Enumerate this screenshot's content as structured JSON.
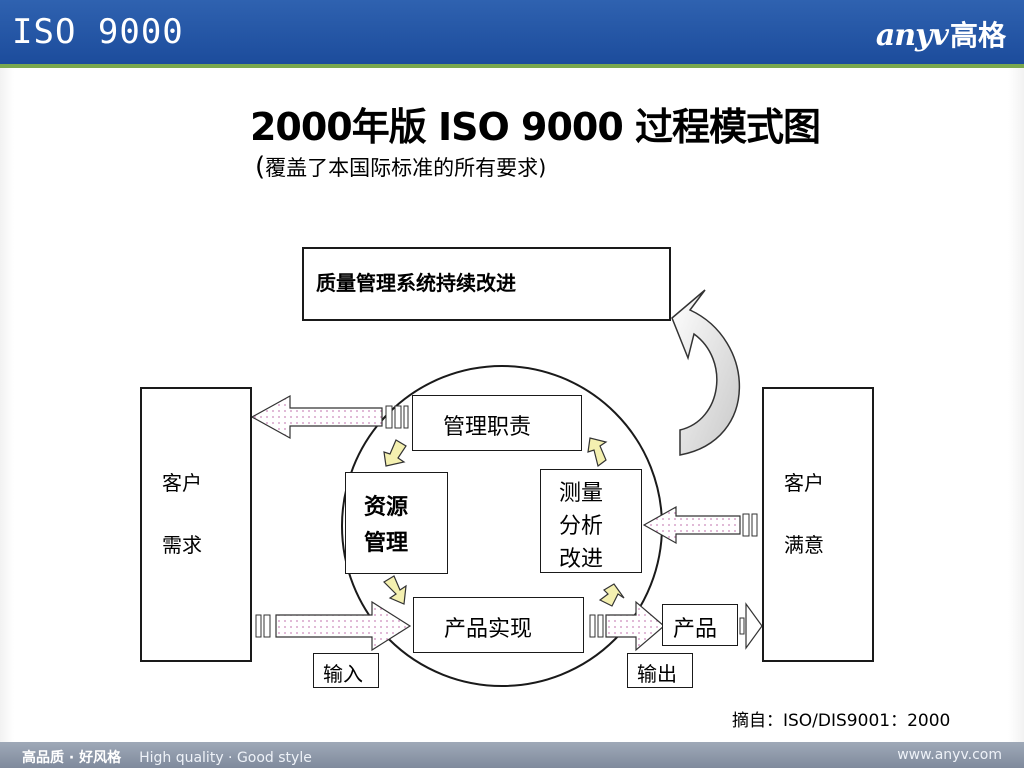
{
  "header": {
    "title": "ISO 9000",
    "logo_mark": "anyv",
    "logo_cn": "高格"
  },
  "slide": {
    "title": "2000年版 ISO 9000 过程模式图",
    "subtitle_open": "(",
    "subtitle": "覆盖了本国际标准的所有要求)"
  },
  "diagram": {
    "improve_box": "质量管理系统持续改进",
    "customer_req_1": "客户",
    "customer_req_2": "需求",
    "customer_sat_1": "客户",
    "customer_sat_2": "满意",
    "mgmt_resp": "管理职责",
    "resource_1": "资源",
    "resource_2": "管理",
    "measure_1": "测量",
    "measure_2": "分析",
    "measure_3": "改进",
    "product_real": "产品实现",
    "product": "产品",
    "input": "输入",
    "output": "输出",
    "source": "摘自：ISO/DIS9001：2000"
  },
  "footer": {
    "left_cn": "高品质 · 好风格",
    "left_en": "High quality · Good style",
    "right": "www.anyv.com"
  },
  "colors": {
    "header_blue": "#1c4c9c",
    "accent_green": "#7aa84e",
    "arrow_dots": "#cc88bb",
    "cycle_arrow_fill": "#f4f0b0"
  }
}
